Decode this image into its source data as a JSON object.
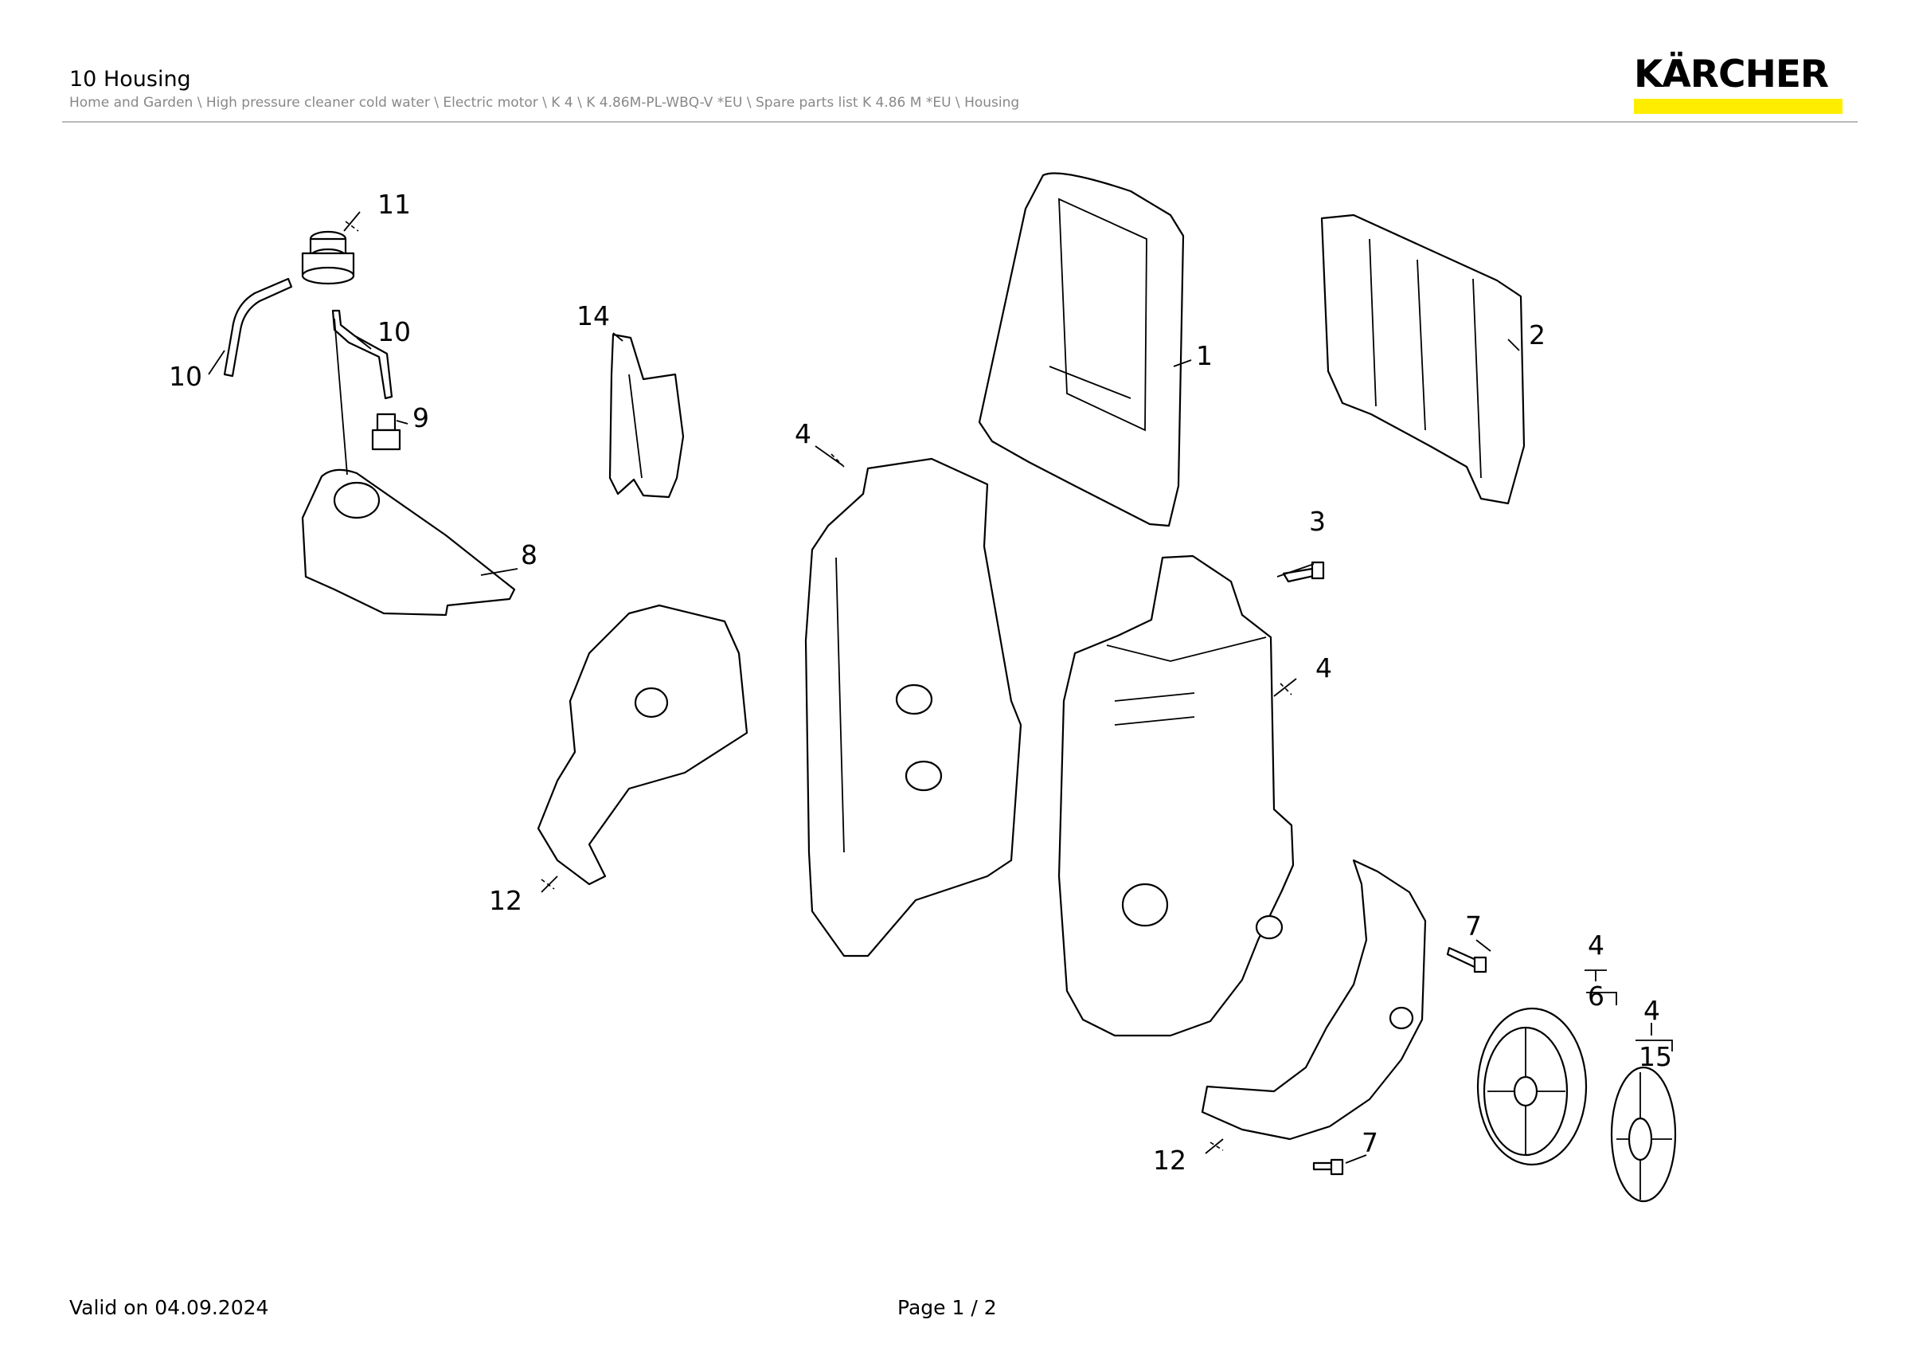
{
  "header": {
    "title": "10 Housing",
    "breadcrumb": "Home and Garden \\ High pressure cleaner cold water \\ Electric motor \\ K 4 \\ K 4.86M-PL-WBQ-V *EU \\ Spare parts list K 4.86 M *EU \\ Housing"
  },
  "logo": {
    "text": "KÄRCHER",
    "bar_color": "#ffed00"
  },
  "footer": {
    "valid_on": "Valid on 04.09.2024",
    "page": "Page 1 / 2"
  },
  "callouts": [
    {
      "id": "c11",
      "label": "11"
    },
    {
      "id": "c10a",
      "label": "10"
    },
    {
      "id": "c10b",
      "label": "10"
    },
    {
      "id": "c9",
      "label": "9"
    },
    {
      "id": "c8",
      "label": "8"
    },
    {
      "id": "c14",
      "label": "14"
    },
    {
      "id": "c4a",
      "label": "4"
    },
    {
      "id": "c1",
      "label": "1"
    },
    {
      "id": "c2",
      "label": "2"
    },
    {
      "id": "c3",
      "label": "3"
    },
    {
      "id": "c4b",
      "label": "4"
    },
    {
      "id": "c12a",
      "label": "12"
    },
    {
      "id": "c7a",
      "label": "7"
    },
    {
      "id": "c4c",
      "label": "4"
    },
    {
      "id": "c6",
      "label": "6"
    },
    {
      "id": "c4d",
      "label": "4"
    },
    {
      "id": "c15",
      "label": "15"
    },
    {
      "id": "c12b",
      "label": "12"
    },
    {
      "id": "c7b",
      "label": "7"
    }
  ]
}
